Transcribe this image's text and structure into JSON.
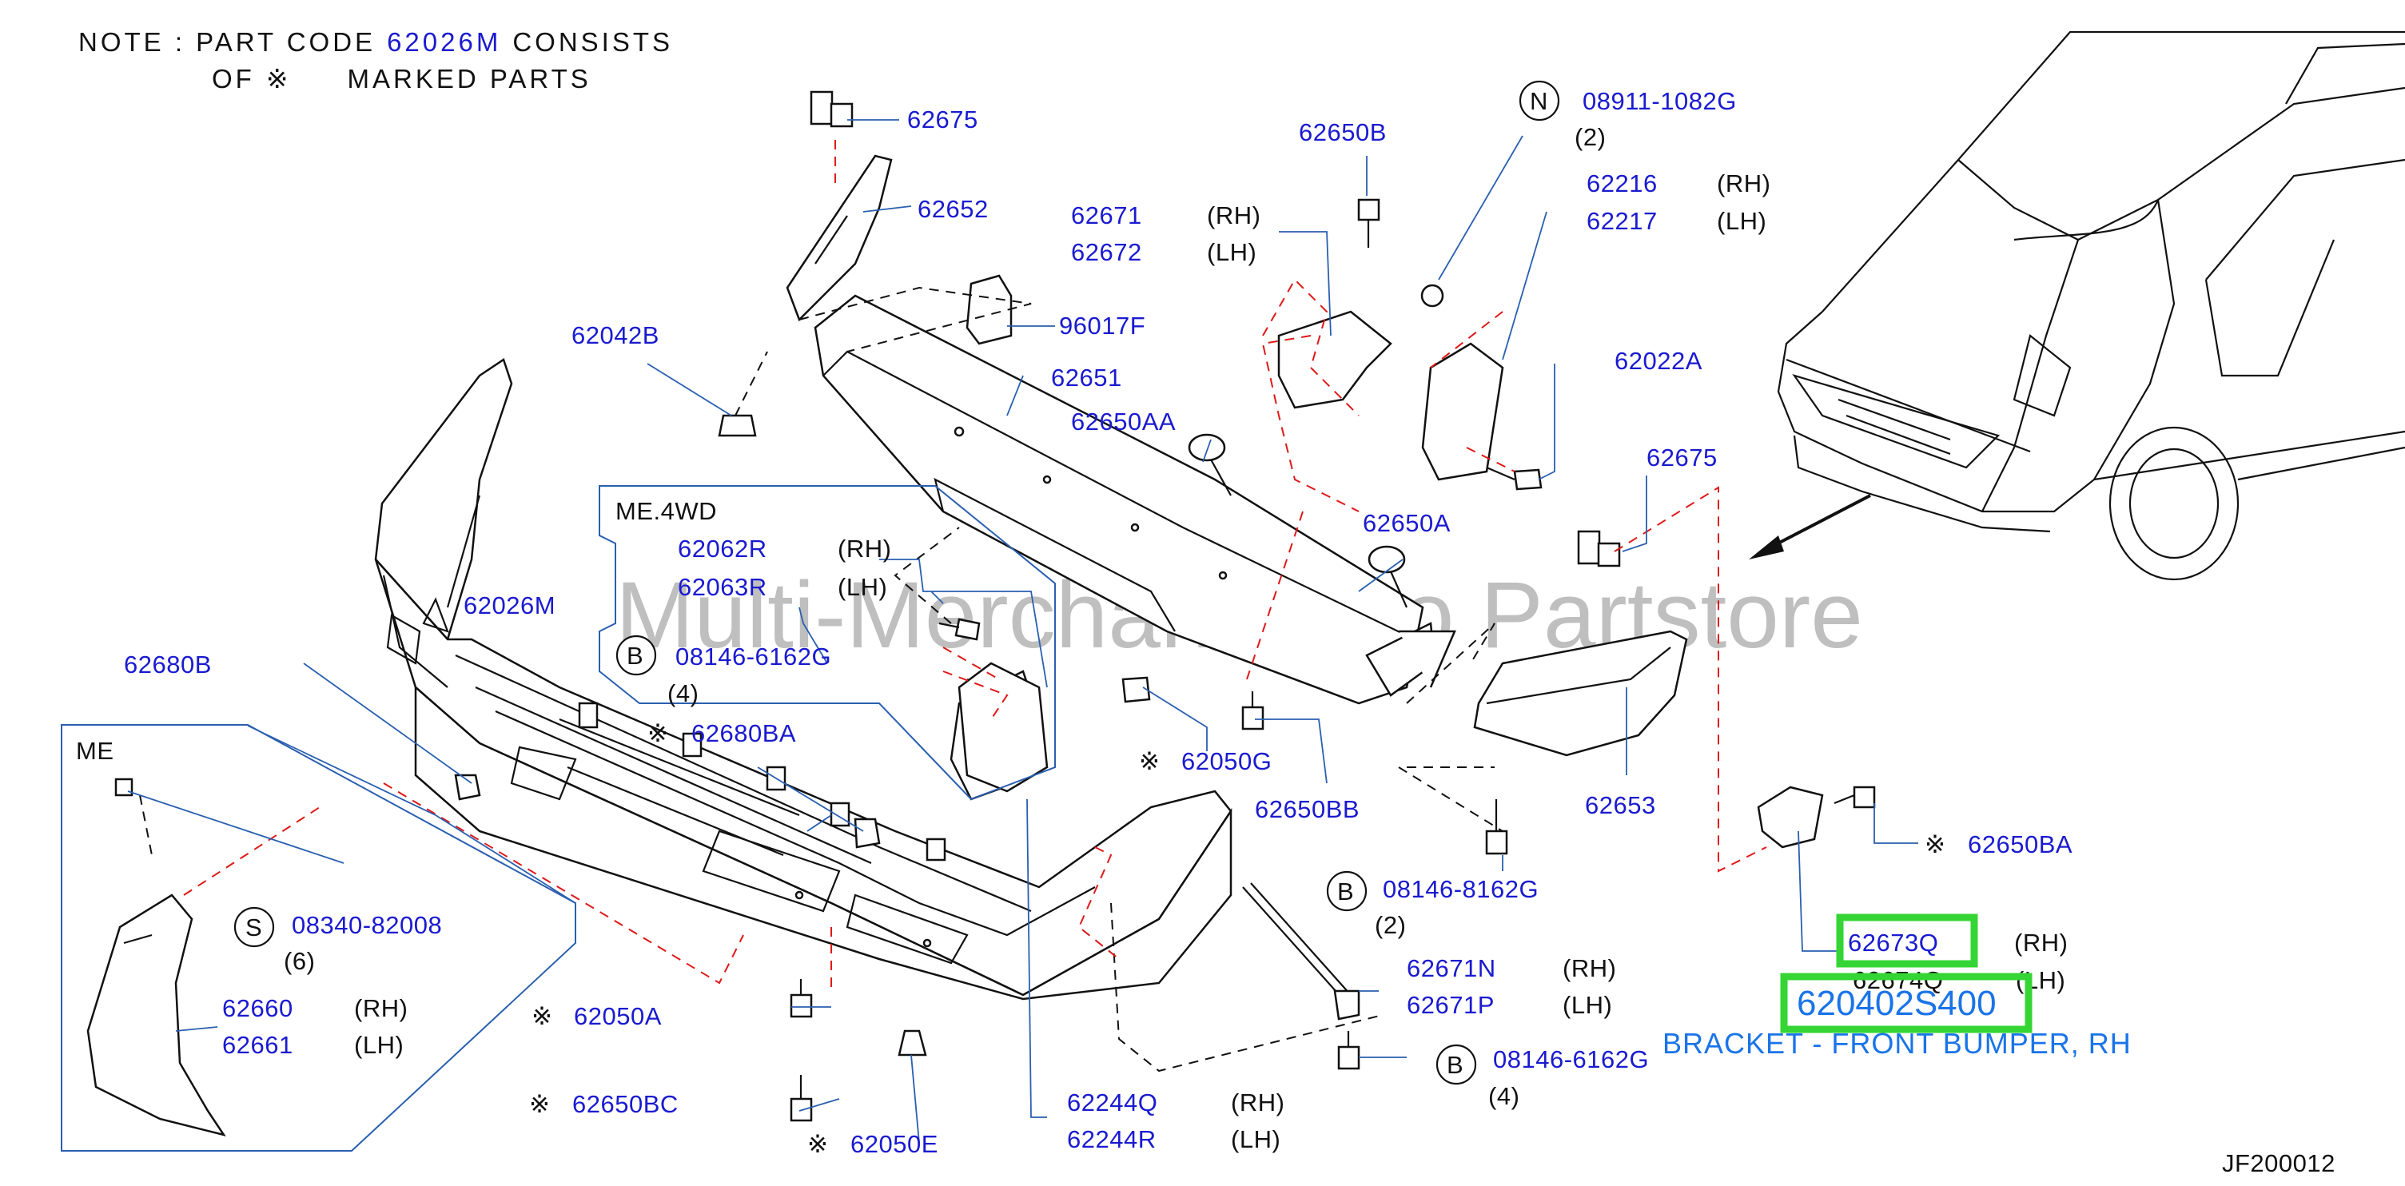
{
  "note": {
    "line1_prefix": "NOTE  :  PART  CODE",
    "line1_code": "62026M",
    "line1_suffix": "CONSISTS",
    "line2_of": "OF",
    "line2_mark": "※",
    "line2_rest": "MARKED  PARTS"
  },
  "watermark": "Multi-Merchant Auto Partstore",
  "diagram_id": "JF200012",
  "boxes": {
    "me4wd": "ME.4WD",
    "me": "ME"
  },
  "circled_letters": {
    "n": "N",
    "b": "B",
    "s": "S"
  },
  "labels": {
    "p62675a": "62675",
    "p62652": "62652",
    "p62650b": "62650B",
    "p08911": "08911-1082G",
    "p08911_qty": "(2)",
    "p62671": "62671",
    "p62671_side": "(RH)",
    "p62672": "62672",
    "p62672_side": "(LH)",
    "p62216": "62216",
    "p62216_side": "(RH)",
    "p62217": "62217",
    "p62217_side": "(LH)",
    "p62042b": "62042B",
    "p96017f": "96017F",
    "p62022a": "62022A",
    "p62651": "62651",
    "p62650aa": "62650AA",
    "p62675b": "62675",
    "p62062r": "62062R",
    "p62062r_side": "(RH)",
    "p62063r": "62063R",
    "p62063r_side": "(LH)",
    "p62650a": "62650A",
    "p62026m": "62026M",
    "p08146a": "08146-6162G",
    "p08146a_qty": "(4)",
    "p62680b": "62680B",
    "p62680ba": "62680BA",
    "p62050g": "62050G",
    "p62650bb": "62650BB",
    "p62653": "62653",
    "p62650ba": "62650BA",
    "p08340": "08340-82008",
    "p08340_qty": "(6)",
    "p08146b": "08146-8162G",
    "p08146b_qty": "(2)",
    "p62673q": "62673Q",
    "p62673q_side": "(RH)",
    "p62674q": "62674Q",
    "p62674q_side": "(LH)",
    "p62660": "62660",
    "p62660_side": "(RH)",
    "p62661": "62661",
    "p62661_side": "(LH)",
    "p62050a": "62050A",
    "p62671n": "62671N",
    "p62671n_side": "(RH)",
    "p62671p": "62671P",
    "p62671p_side": "(LH)",
    "p08146c": "08146-6162G",
    "p08146c_qty": "(4)",
    "p62650bc": "62650BC",
    "p62244q": "62244Q",
    "p62244q_side": "(RH)",
    "p62244r": "62244R",
    "p62244r_side": "(LH)",
    "p62050e": "62050E"
  },
  "highlight": {
    "part_number": "620402S400",
    "caption": "BRACKET - FRONT BUMPER, RH",
    "color": "#34d534",
    "caption_color": "#1a74e8"
  },
  "colors": {
    "label_blue": "#1a1ad0",
    "red_dash": "#e01818",
    "leader_blue": "#2a5fb0"
  }
}
